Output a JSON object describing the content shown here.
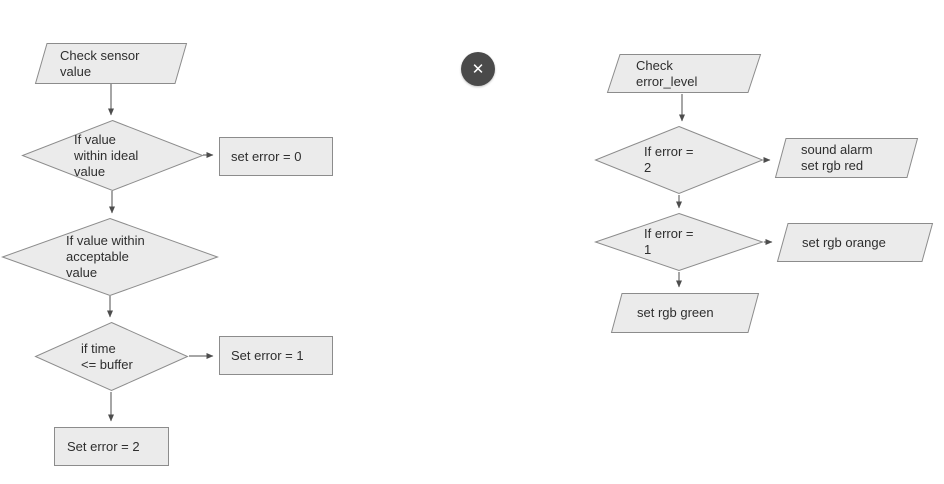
{
  "colors": {
    "background": "#ffffff",
    "shape_fill": "#ebebeb",
    "shape_border": "#8c8c8c",
    "arrow": "#4d4d4d",
    "text": "#2e2e2e",
    "close_button_bg": "#4a4a4a",
    "close_button_fg": "#ffffff"
  },
  "close_button": {
    "icon": "close-icon",
    "symbol": "✕"
  },
  "left_flowchart": {
    "nodes": [
      {
        "id": "check-sensor-value",
        "shape": "parallelogram",
        "label": "Check sensor\nvalue"
      },
      {
        "id": "if-value-within-ideal",
        "shape": "diamond",
        "label": "If value\nwithin ideal\nvalue"
      },
      {
        "id": "set-error-0",
        "shape": "rectangle",
        "label": "set error = 0"
      },
      {
        "id": "if-value-within-acceptable",
        "shape": "diamond",
        "label": "If value within\nacceptable\nvalue"
      },
      {
        "id": "if-time-le-buffer",
        "shape": "diamond",
        "label": "if time\n<= buffer"
      },
      {
        "id": "set-error-1",
        "shape": "rectangle",
        "label": "Set error = 1"
      },
      {
        "id": "set-error-2",
        "shape": "rectangle",
        "label": "Set error = 2"
      }
    ],
    "edges": [
      {
        "from": "check-sensor-value",
        "to": "if-value-within-ideal",
        "direction": "down"
      },
      {
        "from": "if-value-within-ideal",
        "to": "set-error-0",
        "direction": "right"
      },
      {
        "from": "if-value-within-ideal",
        "to": "if-value-within-acceptable",
        "direction": "down"
      },
      {
        "from": "if-value-within-acceptable",
        "to": "if-time-le-buffer",
        "direction": "down"
      },
      {
        "from": "if-time-le-buffer",
        "to": "set-error-1",
        "direction": "right"
      },
      {
        "from": "if-time-le-buffer",
        "to": "set-error-2",
        "direction": "down"
      }
    ]
  },
  "right_flowchart": {
    "nodes": [
      {
        "id": "check-error-level",
        "shape": "parallelogram",
        "label": "Check\nerror_level"
      },
      {
        "id": "if-error-2",
        "shape": "diamond",
        "label": "If error =\n2"
      },
      {
        "id": "sound-alarm-set-rgb-red",
        "shape": "parallelogram",
        "label": "sound alarm\nset rgb red"
      },
      {
        "id": "if-error-1",
        "shape": "diamond",
        "label": "If error =\n1"
      },
      {
        "id": "set-rgb-orange",
        "shape": "parallelogram",
        "label": "set rgb orange"
      },
      {
        "id": "set-rgb-green",
        "shape": "parallelogram",
        "label": "set rgb green"
      }
    ],
    "edges": [
      {
        "from": "check-error-level",
        "to": "if-error-2",
        "direction": "down"
      },
      {
        "from": "if-error-2",
        "to": "sound-alarm-set-rgb-red",
        "direction": "right"
      },
      {
        "from": "if-error-2",
        "to": "if-error-1",
        "direction": "down"
      },
      {
        "from": "if-error-1",
        "to": "set-rgb-orange",
        "direction": "right"
      },
      {
        "from": "if-error-1",
        "to": "set-rgb-green",
        "direction": "down"
      }
    ]
  }
}
